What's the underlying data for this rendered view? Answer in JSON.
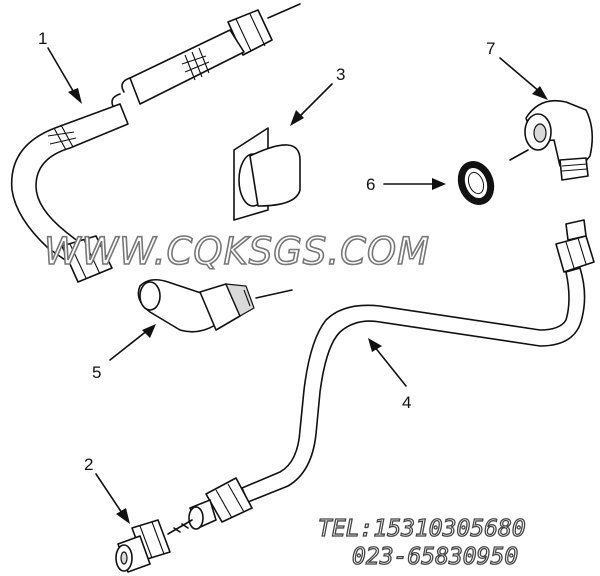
{
  "callouts": {
    "c1": "1",
    "c2": "2",
    "c3": "3",
    "c4": "4",
    "c5": "5",
    "c6": "6",
    "c7": "7"
  },
  "watermark": {
    "url": "WWW.CQKSGS.COM",
    "tel": "TEL:15310305680",
    "phone2": "023-65830950"
  }
}
